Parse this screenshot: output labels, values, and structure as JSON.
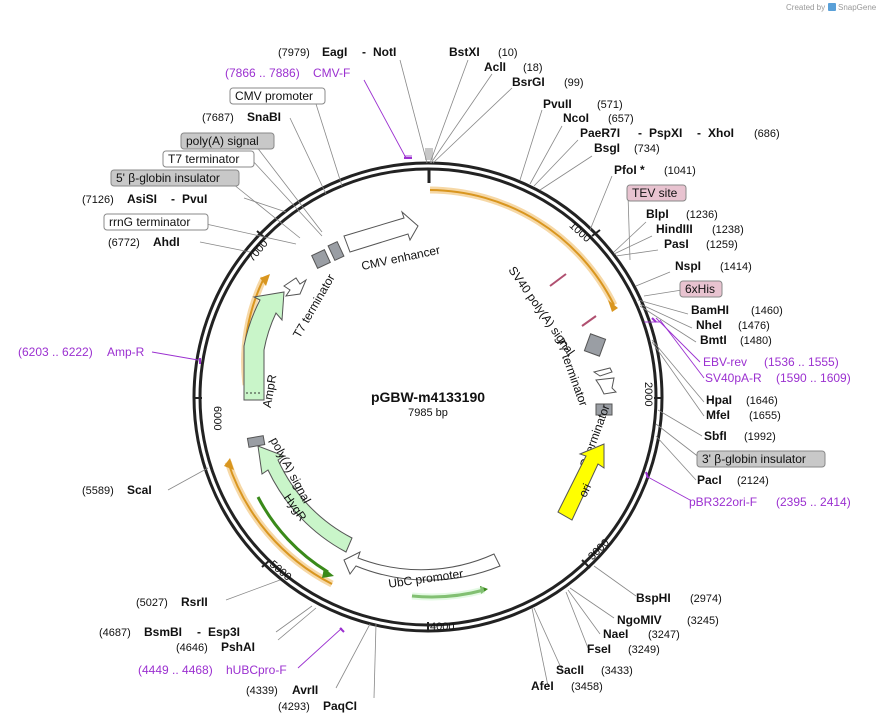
{
  "credit": "Created by",
  "credit_brand": "SnapGene",
  "plasmid": {
    "name": "pGBW-m4133190",
    "length_label": "7985 bp"
  },
  "ticks": [
    "1000",
    "2000",
    "3000",
    "4000",
    "5000",
    "6000",
    "7000"
  ],
  "sites": [
    {
      "name": "EagI",
      "pos": "(7979)"
    },
    {
      "name": "NotI",
      "pos": ""
    },
    {
      "name": "BstXI",
      "pos": "(10)"
    },
    {
      "name": "AclI",
      "pos": "(18)"
    },
    {
      "name": "BsrGI",
      "pos": "(99)"
    },
    {
      "name": "PvuII",
      "pos": "(571)"
    },
    {
      "name": "NcoI",
      "pos": "(657)"
    },
    {
      "name": "PaeR7I",
      "pos": ""
    },
    {
      "name": "PspXI",
      "pos": ""
    },
    {
      "name": "XhoI",
      "pos": "(686)"
    },
    {
      "name": "BsgI",
      "pos": "(734)"
    },
    {
      "name": "PfoI *",
      "pos": "(1041)"
    },
    {
      "name": "BlpI",
      "pos": "(1236)"
    },
    {
      "name": "HindIII",
      "pos": "(1238)"
    },
    {
      "name": "PasI",
      "pos": "(1259)"
    },
    {
      "name": "NspI",
      "pos": "(1414)"
    },
    {
      "name": "BamHI",
      "pos": "(1460)"
    },
    {
      "name": "NheI",
      "pos": "(1476)"
    },
    {
      "name": "BmtI",
      "pos": "(1480)"
    },
    {
      "name": "HpaI",
      "pos": "(1646)"
    },
    {
      "name": "MfeI",
      "pos": "(1655)"
    },
    {
      "name": "SbfI",
      "pos": "(1992)"
    },
    {
      "name": "PacI",
      "pos": "(2124)"
    },
    {
      "name": "BspHI",
      "pos": "(2974)"
    },
    {
      "name": "NgoMIV",
      "pos": "(3245)"
    },
    {
      "name": "NaeI",
      "pos": "(3247)"
    },
    {
      "name": "FseI",
      "pos": "(3249)"
    },
    {
      "name": "SacII",
      "pos": "(3433)"
    },
    {
      "name": "AfeI",
      "pos": "(3458)"
    },
    {
      "name": "PaqCI",
      "pos": "(4293)"
    },
    {
      "name": "AvrII",
      "pos": "(4339)"
    },
    {
      "name": "PshAI",
      "pos": "(4646)"
    },
    {
      "name": "BsmBI",
      "pos": "(4687)"
    },
    {
      "name": "Esp3I",
      "pos": ""
    },
    {
      "name": "RsrII",
      "pos": "(5027)"
    },
    {
      "name": "ScaI",
      "pos": "(5589)"
    },
    {
      "name": "AhdI",
      "pos": "(6772)"
    },
    {
      "name": "AsiSI",
      "pos": "(7126)"
    },
    {
      "name": "PvuI",
      "pos": ""
    },
    {
      "name": "SnaBI",
      "pos": "(7687)"
    }
  ],
  "primers": [
    {
      "name": "CMV-F",
      "range": "(7866 .. 7886)"
    },
    {
      "name": "EBV-rev",
      "range": "(1536 .. 1555)"
    },
    {
      "name": "SV40pA-R",
      "range": "(1590 .. 1609)"
    },
    {
      "name": "pBR322ori-F",
      "range": "(2395 .. 2414)"
    },
    {
      "name": "hUBCpro-F",
      "range": "(4449 .. 4468)"
    },
    {
      "name": "Amp-R",
      "range": "(6203 .. 6222)"
    }
  ],
  "boxed_features": [
    {
      "label": "CMV promoter",
      "style": "white"
    },
    {
      "label": "poly(A) signal",
      "style": "grey"
    },
    {
      "label": "T7 terminator",
      "style": "white"
    },
    {
      "label": "5' β-globin insulator",
      "style": "grey"
    },
    {
      "label": "rrnG terminator",
      "style": "white"
    },
    {
      "label": "TEV site",
      "style": "pink"
    },
    {
      "label": "6xHis",
      "style": "pink"
    },
    {
      "label": "3' β-globin insulator",
      "style": "grey"
    }
  ],
  "arc_features": [
    {
      "label": "CMV enhancer"
    },
    {
      "label": "T7 terminator"
    },
    {
      "label": "AmpR"
    },
    {
      "label": "SV40 poly(A) signal"
    },
    {
      "label": "T7 terminator"
    },
    {
      "label": "rrnG terminator"
    },
    {
      "label": "ori"
    },
    {
      "label": "UbC promoter"
    },
    {
      "label": "HygR"
    },
    {
      "label": "poly(A) signal"
    }
  ],
  "colors": {
    "backbone": "#222222",
    "primer": "#9b30d0",
    "orf_highlight": "#f6d8a6",
    "orf_line": "#d9961f",
    "amp_fill": "#c9f5c9",
    "ori_fill": "#ffff00",
    "grey_box": "#c8c8c8",
    "pink_box": "#e8c3d0"
  }
}
